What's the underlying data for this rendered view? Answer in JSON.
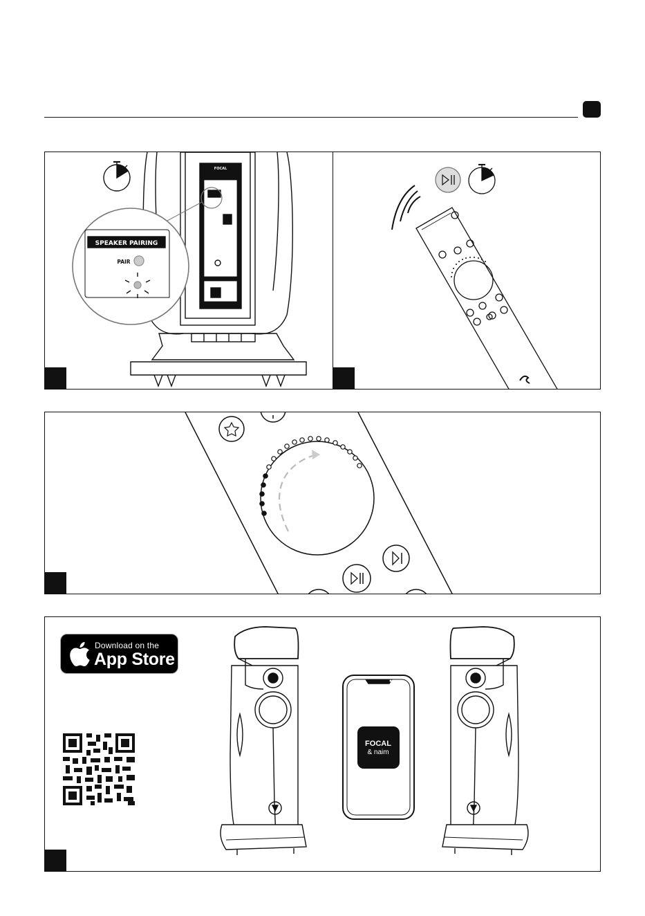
{
  "page": {
    "accent": "#111111",
    "icons": [
      "stopwatch-icon",
      "play-pause-icon",
      "wireless-signal-icon",
      "apple-logo-icon",
      "qr-code-icon",
      "focal-logo-icon"
    ]
  },
  "panel1": {
    "label_title": "SPEAKER PAIRING",
    "label_pair": "PAIR",
    "brand": "FOCAL"
  },
  "panel2": {},
  "panel3": {},
  "panel4": {
    "appstore_small": "Download on the",
    "appstore_big": "App Store",
    "phone_app_line1": "FOCAL",
    "phone_app_line2": "& naim"
  }
}
